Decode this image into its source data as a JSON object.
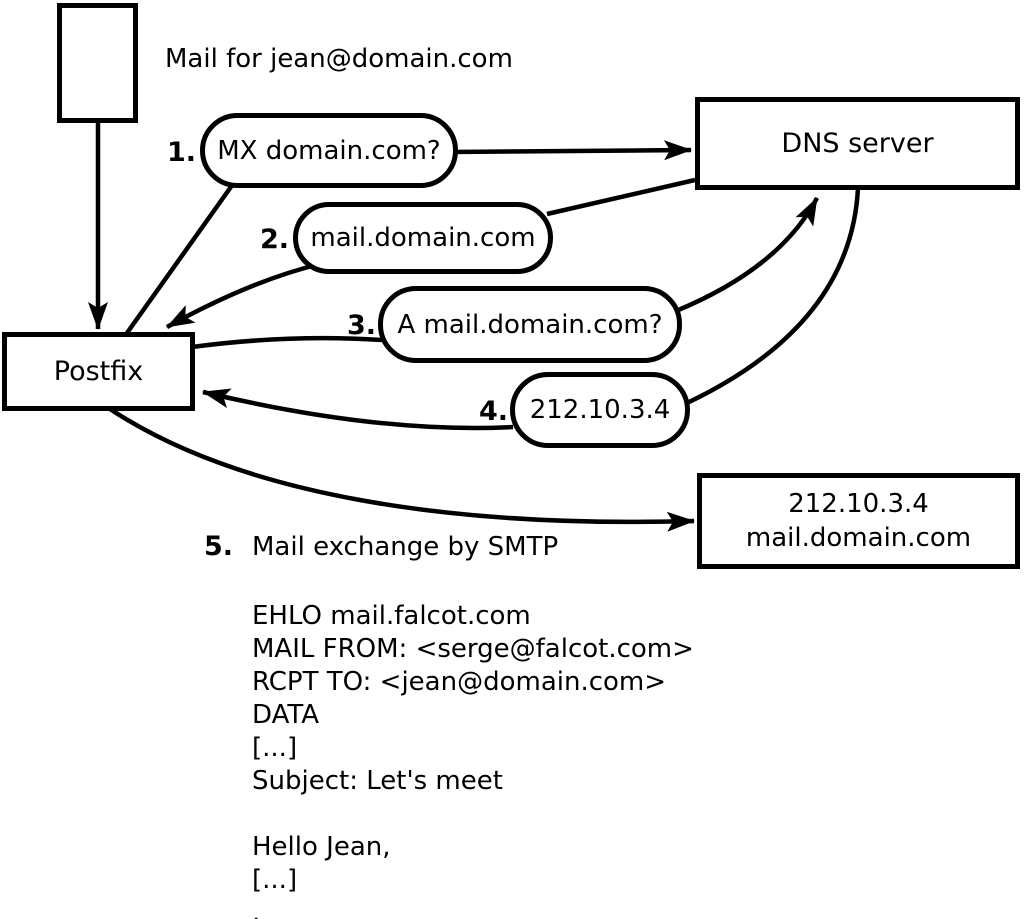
{
  "diagram": {
    "mail_note": "Mail for jean@domain.com",
    "nodes": {
      "mail_document": "",
      "postfix": "Postfix",
      "dns_server": "DNS server",
      "mail_server": {
        "line1": "212.10.3.4",
        "line2": "mail.domain.com"
      }
    },
    "steps": [
      {
        "num": "1.",
        "label": "MX domain.com?"
      },
      {
        "num": "2.",
        "label": "mail.domain.com"
      },
      {
        "num": "3.",
        "label": "A mail.domain.com?"
      },
      {
        "num": "4.",
        "label": "212.10.3.4"
      },
      {
        "num": "5.",
        "label": "Mail exchange by SMTP"
      }
    ],
    "smtp_transcript": [
      "EHLO mail.falcot.com",
      "MAIL FROM: <serge@falcot.com>",
      "RCPT TO: <jean@domain.com>",
      "DATA",
      "[...]",
      "Subject: Let's meet",
      "",
      "Hello Jean,",
      "[...]",
      "."
    ]
  }
}
